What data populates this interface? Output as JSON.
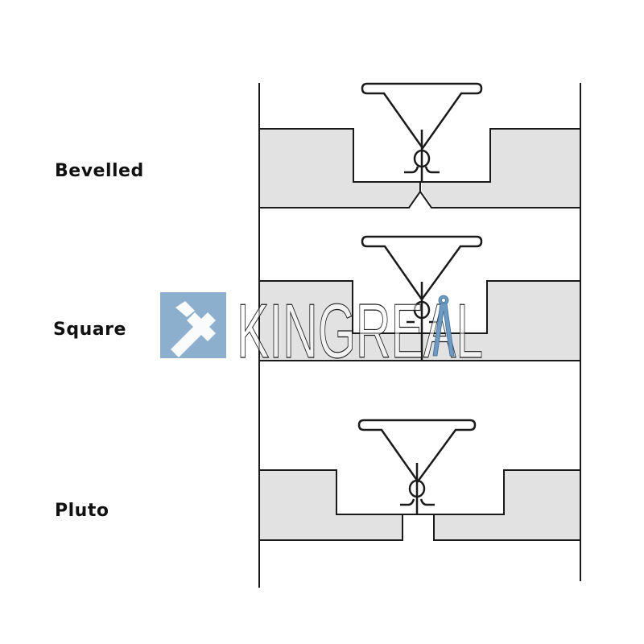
{
  "diagram": {
    "labels": [
      {
        "id": "bevelled",
        "text": "Bevelled"
      },
      {
        "id": "square",
        "text": "Square"
      },
      {
        "id": "pluto",
        "text": "Pluto"
      }
    ],
    "colors": {
      "stroke": "#1a1a1a",
      "tile_fill": "#e2e2e2",
      "background": "#ffffff",
      "watermark_blue": "#7ea6c8"
    }
  },
  "watermark": {
    "text": "KINGREAL",
    "icon": "hammer-icon"
  }
}
